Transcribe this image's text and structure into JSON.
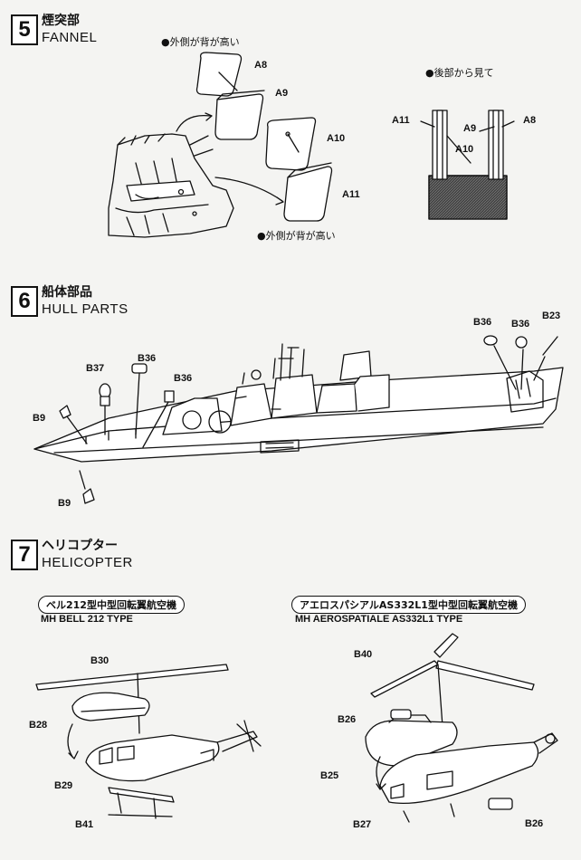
{
  "step5": {
    "number": "5",
    "title_jp": "煙突部",
    "title_en": "FANNEL",
    "note_top": "●外側が背が高い",
    "note_bottom": "●外側が背が高い",
    "rear_view_note": "●後部から見て",
    "parts": {
      "a8": "A8",
      "a9": "A9",
      "a10": "A10",
      "a11": "A11"
    }
  },
  "step6": {
    "number": "6",
    "title_jp": "船体部品",
    "title_en": "HULL PARTS",
    "parts": {
      "b36": "B36",
      "b37": "B37",
      "b9": "B9",
      "b23": "B23"
    }
  },
  "step7": {
    "number": "7",
    "title_jp": "ヘリコプター",
    "title_en": "HELICOPTER",
    "bell": {
      "name_jp": "ベル212型中型回転翼航空機",
      "name_en": "MH BELL 212 TYPE",
      "parts": {
        "b30": "B30",
        "b28": "B28",
        "b29": "B29",
        "b41": "B41"
      }
    },
    "aero": {
      "name_jp": "アエロスパシアルAS332L1型中型回転翼航空機",
      "name_en": "MH AEROSPATIALE AS332L1 TYPE",
      "parts": {
        "b40": "B40",
        "b26": "B26",
        "b25": "B25",
        "b27": "B27"
      }
    }
  }
}
